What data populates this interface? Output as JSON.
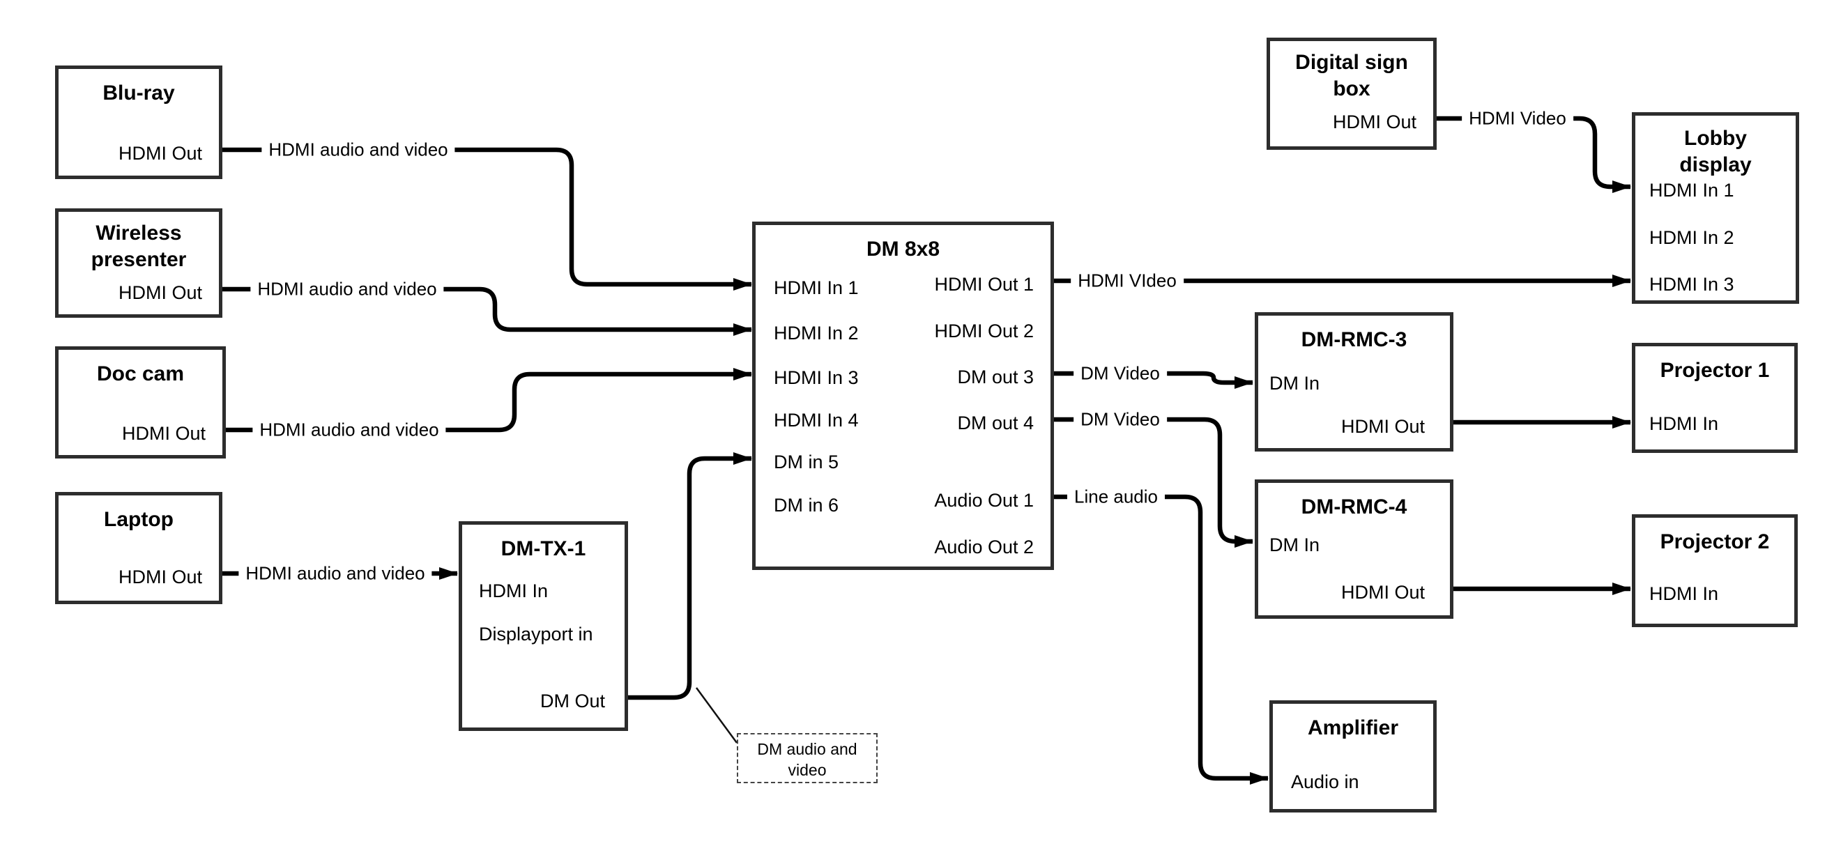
{
  "colors": {
    "background": "#ffffff",
    "line": "#000000",
    "box_border": "#2d2d2d",
    "text": "#000000"
  },
  "nodes": {
    "bluray": {
      "title": "Blu-ray",
      "ports": {
        "hdmi_out": "HDMI Out"
      }
    },
    "wireless": {
      "title": "Wireless presenter",
      "ports": {
        "hdmi_out": "HDMI Out"
      }
    },
    "doccam": {
      "title": "Doc cam",
      "ports": {
        "hdmi_out": "HDMI Out"
      }
    },
    "laptop": {
      "title": "Laptop",
      "ports": {
        "hdmi_out": "HDMI Out"
      }
    },
    "dmtx1": {
      "title": "DM-TX-1",
      "ports": {
        "hdmi_in": "HDMI In",
        "dp_in": "Displayport in",
        "dm_out": "DM Out"
      }
    },
    "dm8x8": {
      "title": "DM 8x8",
      "ports": {
        "in1": "HDMI In 1",
        "in2": "HDMI In 2",
        "in3": "HDMI In 3",
        "in4": "HDMI In 4",
        "in5": "DM in 5",
        "in6": "DM in 6",
        "out1": "HDMI Out 1",
        "out2": "HDMI Out 2",
        "out3": "DM out 3",
        "out4": "DM out 4",
        "aout1": "Audio Out 1",
        "aout2": "Audio Out 2"
      }
    },
    "digisign": {
      "title": "Digital sign box",
      "ports": {
        "hdmi_out": "HDMI Out"
      }
    },
    "lobby": {
      "title": "Lobby display",
      "ports": {
        "in1": "HDMI In 1",
        "in2": "HDMI In 2",
        "in3": "HDMI In 3"
      }
    },
    "dmrmc3": {
      "title": "DM-RMC-3",
      "ports": {
        "dm_in": "DM In",
        "hdmi_out": "HDMI Out"
      }
    },
    "proj1": {
      "title": "Projector 1",
      "ports": {
        "hdmi_in": "HDMI In"
      }
    },
    "dmrmc4": {
      "title": "DM-RMC-4",
      "ports": {
        "dm_in": "DM In",
        "hdmi_out": "HDMI Out"
      }
    },
    "proj2": {
      "title": "Projector 2",
      "ports": {
        "hdmi_in": "HDMI In"
      }
    },
    "amp": {
      "title": "Amplifier",
      "ports": {
        "audio_in": "Audio in"
      }
    }
  },
  "edges": [
    {
      "from": "Blu-ray.HDMI Out",
      "to": "DM 8x8.HDMI In 1",
      "label": "HDMI audio and video"
    },
    {
      "from": "Wireless presenter.HDMI Out",
      "to": "DM 8x8.HDMI In 2",
      "label": "HDMI audio and video"
    },
    {
      "from": "Doc cam.HDMI Out",
      "to": "DM 8x8.HDMI In 3",
      "label": "HDMI audio and video"
    },
    {
      "from": "Laptop.HDMI Out",
      "to": "DM-TX-1.HDMI In",
      "label": "HDMI audio and video"
    },
    {
      "from": "DM-TX-1.DM Out",
      "to": "DM 8x8.DM in 5",
      "label": ""
    },
    {
      "from": "Digital sign box.HDMI Out",
      "to": "Lobby display.HDMI In 1",
      "label": "HDMI Video"
    },
    {
      "from": "DM 8x8.HDMI Out 1",
      "to": "Lobby display.HDMI In 3",
      "label": "HDMI VIdeo"
    },
    {
      "from": "DM 8x8.DM out 3",
      "to": "DM-RMC-3.DM In",
      "label": "DM Video"
    },
    {
      "from": "DM 8x8.DM out 4",
      "to": "DM-RMC-4.DM In",
      "label": "DM Video"
    },
    {
      "from": "DM 8x8.Audio Out 1",
      "to": "Amplifier.Audio in",
      "label": "Line audio"
    },
    {
      "from": "DM-RMC-3.HDMI Out",
      "to": "Projector 1.HDMI In",
      "label": ""
    },
    {
      "from": "DM-RMC-4.HDMI Out",
      "to": "Projector 2.HDMI In",
      "label": ""
    }
  ],
  "note": {
    "text": "DM audio and video"
  }
}
